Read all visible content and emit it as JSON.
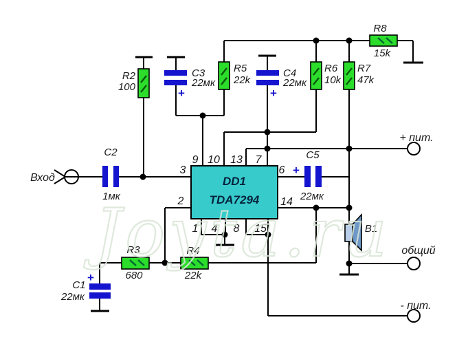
{
  "labels": {
    "input": "Вход",
    "vplus": "+ пит.",
    "common": "общий",
    "vminus": "- пит."
  },
  "watermark": "Joyta.ru",
  "chip": {
    "ref": "DD1",
    "part": "TDA7294",
    "pin9": "9",
    "pin10": "10",
    "pin13": "13",
    "pin7": "7",
    "pin3": "3",
    "pin2": "2",
    "pin6": "6",
    "pin14": "14",
    "pin1": "1",
    "pin4": "4",
    "pin8": "8",
    "pin15": "15"
  },
  "components": {
    "r2": {
      "ref": "R2",
      "value": "100"
    },
    "r3": {
      "ref": "R3",
      "value": "680"
    },
    "r4": {
      "ref": "R4",
      "value": "22k"
    },
    "r5": {
      "ref": "R5",
      "value": "22k"
    },
    "r6": {
      "ref": "R6",
      "value": "10k"
    },
    "r7": {
      "ref": "R7",
      "value": "47k"
    },
    "r8": {
      "ref": "R8",
      "value": "15k"
    },
    "c1": {
      "ref": "C1",
      "value": "22мк",
      "polarity": "+"
    },
    "c2": {
      "ref": "C2",
      "value": "1мк"
    },
    "c3": {
      "ref": "C3",
      "value": "22мк",
      "polarity": "+"
    },
    "c4": {
      "ref": "C4",
      "value": "22мк",
      "polarity": "+"
    },
    "c5": {
      "ref": "C5",
      "value": "22мк",
      "polarity": "+"
    },
    "b1": {
      "ref": "B1"
    }
  },
  "colors": {
    "resistor": "#2cdd2c",
    "capacitor": "#1515cf",
    "plus": "#1515cf",
    "chip_fill": "#38cbcb",
    "wire": "#000000",
    "speaker_body": "#b9cfe9",
    "speaker_horn": "#6d98c7",
    "watermark": "#d9e6d7"
  }
}
